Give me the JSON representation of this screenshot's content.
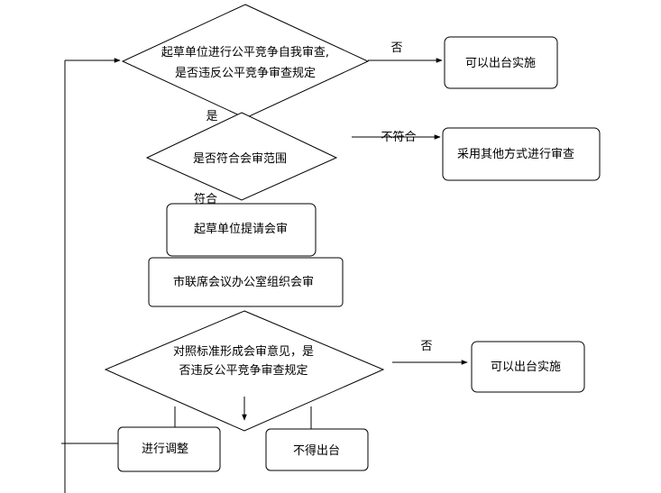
{
  "flowchart": {
    "decision1": {
      "line1": "起草单位进行公平竞争自我审查,",
      "line2": "是否违反公平竞争审查规定"
    },
    "decision1_no": "否",
    "result_box1": "可以出台实施",
    "decision1_yes": "是",
    "decision2": "是否符合会审范围",
    "decision2_not_match": "不符合",
    "result_box2": "采用其他方式进行审查",
    "decision2_match": "符合",
    "step_submit": "起草单位提请会审",
    "step_organize": "市联席会议办公室组织会审",
    "decision3": {
      "line1": "对照标准形成会审意见，是",
      "line2": "否违反公平竞争审查规定"
    },
    "decision3_no": "否",
    "result_box3": "可以出台实施",
    "step_adjust": "进行调整",
    "result_reject": "不得出台"
  }
}
